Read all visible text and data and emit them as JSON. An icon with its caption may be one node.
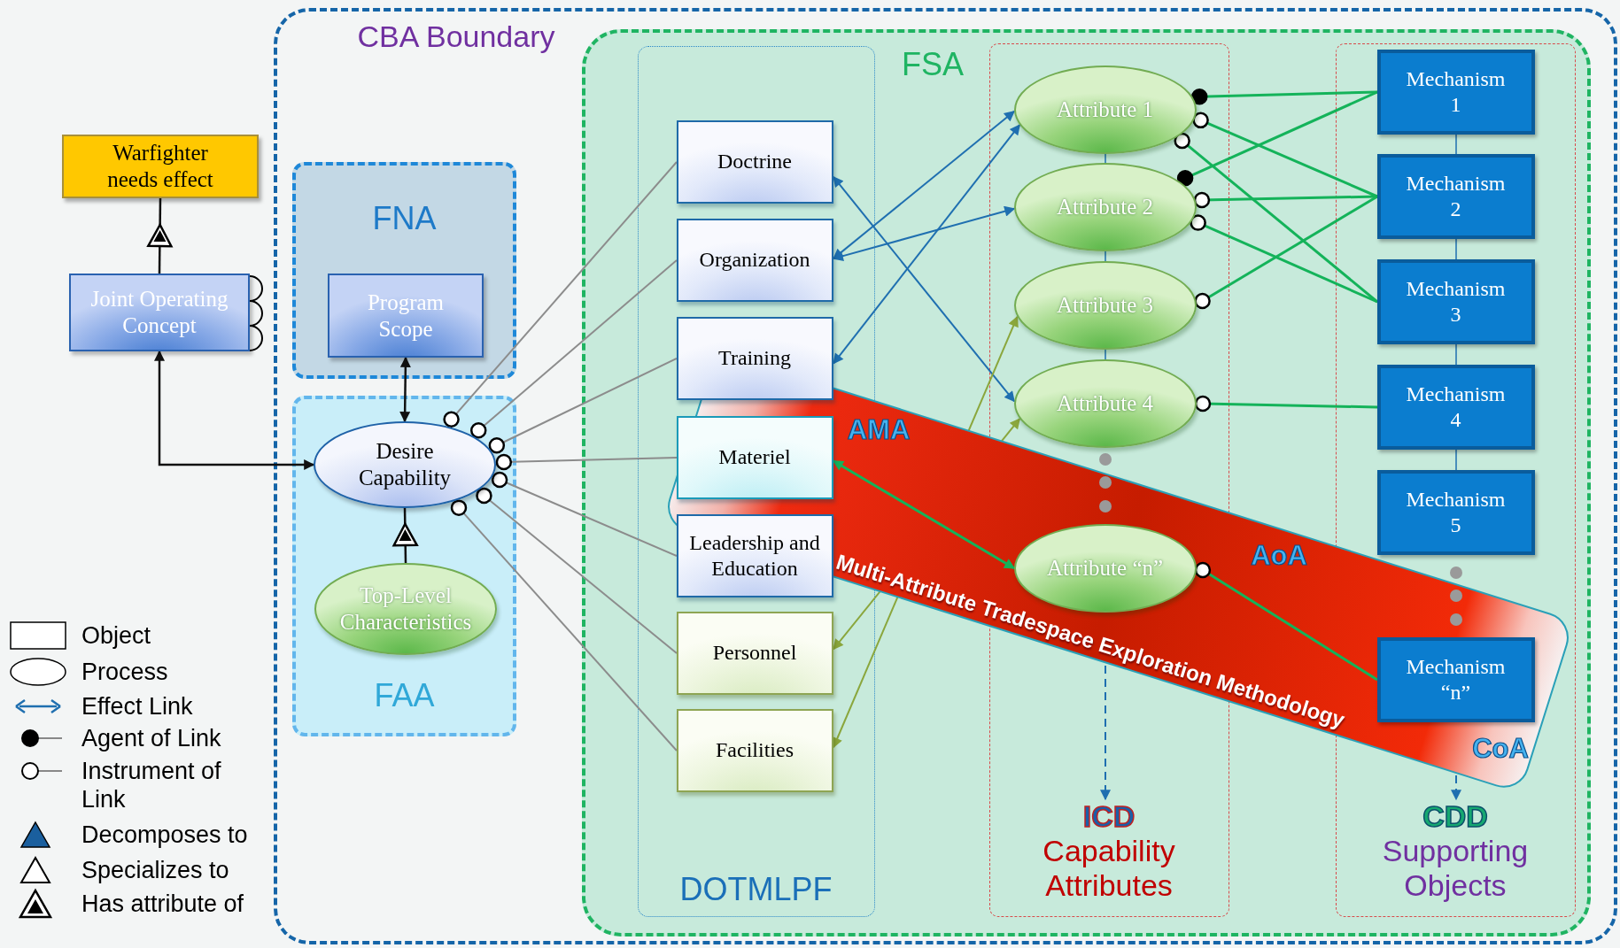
{
  "diagram": {
    "nodes": [
      {
        "text": [
          "Warfighter needs effect"
        ]
      },
      {
        "text": [
          "Joint Operating Concept"
        ]
      },
      {
        "text": [
          "CBA Boundary"
        ]
      },
      {
        "text": [
          "FNA"
        ],
        "in": 2
      },
      {
        "text": [
          "Program Scope"
        ],
        "in": 3
      },
      {
        "text": [
          "FAA"
        ],
        "in": 2
      },
      {
        "text": [
          "Desire Capability"
        ],
        "in": 5
      },
      {
        "text": [
          "Top-Level Characteristics"
        ],
        "in": 5
      },
      {
        "text": [
          "FSA"
        ],
        "in": 2
      },
      {
        "text": [
          "DOTMLPF"
        ],
        "in": 8
      },
      {
        "text": [
          "Doctrine"
        ],
        "in": 9
      },
      {
        "text": [
          "Organization"
        ],
        "in": 9
      },
      {
        "text": [
          "Training"
        ],
        "in": 9
      },
      {
        "text": [
          "Materiel"
        ],
        "in": 9
      },
      {
        "text": [
          "Leadership and Education"
        ],
        "in": 9
      },
      {
        "text": [
          "Personnel"
        ],
        "in": 9
      },
      {
        "text": [
          "Facilities"
        ],
        "in": 9
      },
      {
        "text": [
          "ICD",
          "Capability Attributes"
        ],
        "in": 8
      },
      {
        "text": [
          "Attribute 1"
        ],
        "in": 17
      },
      {
        "text": [
          "Attribute 2"
        ],
        "in": 17
      },
      {
        "text": [
          "Attribute 3"
        ],
        "in": 17
      },
      {
        "text": [
          "Attribute 4"
        ],
        "in": 17
      },
      {
        "text": [
          "Attribute “n”"
        ],
        "in": 17
      },
      {
        "text": [
          "CDD",
          "Supporting Objects"
        ],
        "in": 8
      },
      {
        "text": [
          "Mechanism 1"
        ],
        "in": 23
      },
      {
        "text": [
          "Mechanism 2"
        ],
        "in": 23
      },
      {
        "text": [
          "Mechanism 3"
        ],
        "in": 23
      },
      {
        "text": [
          "Mechanism 4"
        ],
        "in": 23
      },
      {
        "text": [
          "Mechanism 5"
        ],
        "in": 23
      },
      {
        "text": [
          "Mechanism “n”"
        ],
        "in": 23
      }
    ],
    "labels": [
      "AMA",
      "Multi-Attribute Tradespace Exploration Methodology",
      "AoA",
      "CoA"
    ],
    "edges": [
      {
        "from": 1,
        "to": 0,
        "arrow": "to",
        "color": "#111111"
      },
      {
        "from": 1,
        "to": 6,
        "arrow": "both",
        "color": "#111111"
      },
      {
        "from": 4,
        "to": 6,
        "arrow": "both",
        "color": "#111111"
      },
      {
        "from": 7,
        "to": 6,
        "arrow": "to",
        "color": "#111111"
      },
      {
        "from": 6,
        "to": 10,
        "arrow": "other",
        "color": "#8c8c8c"
      },
      {
        "from": 6,
        "to": 11,
        "arrow": "other",
        "color": "#8c8c8c"
      },
      {
        "from": 6,
        "to": 12,
        "arrow": "other",
        "color": "#8c8c8c"
      },
      {
        "from": 6,
        "to": 13,
        "arrow": "other",
        "color": "#8c8c8c"
      },
      {
        "from": 6,
        "to": 14,
        "arrow": "other",
        "color": "#8c8c8c"
      },
      {
        "from": 6,
        "to": 15,
        "arrow": "other",
        "color": "#8c8c8c"
      },
      {
        "from": 6,
        "to": 16,
        "arrow": "other",
        "color": "#8c8c8c"
      },
      {
        "from": 10,
        "to": 21,
        "arrow": "both"
      },
      {
        "from": 11,
        "to": 18,
        "arrow": "both"
      },
      {
        "from": 11,
        "to": 19,
        "arrow": "both"
      },
      {
        "from": 12,
        "to": 18,
        "arrow": "both"
      },
      {
        "from": 13,
        "to": 22,
        "arrow": "both",
        "color": "#14b35a"
      },
      {
        "from": 15,
        "to": 21,
        "arrow": "both",
        "color": "#8aa63c"
      },
      {
        "from": 16,
        "to": 20,
        "arrow": "both",
        "color": "#8aa63c"
      },
      {
        "from": 18,
        "to": 24,
        "arrow": "other",
        "color": "#14b35a"
      },
      {
        "from": 18,
        "to": 25,
        "arrow": "other",
        "color": "#14b35a"
      },
      {
        "from": 18,
        "to": 26,
        "arrow": "other",
        "color": "#14b35a"
      },
      {
        "from": 19,
        "to": 24,
        "arrow": "other",
        "color": "#14b35a"
      },
      {
        "from": 19,
        "to": 25,
        "arrow": "other",
        "color": "#14b35a"
      },
      {
        "from": 19,
        "to": 26,
        "arrow": "other",
        "color": "#14b35a"
      },
      {
        "from": 20,
        "to": 25,
        "arrow": "other",
        "color": "#14b35a"
      },
      {
        "from": 21,
        "to": 27,
        "arrow": "other",
        "color": "#14b35a"
      },
      {
        "from": 22,
        "to": 29,
        "arrow": "other",
        "color": "#14b35a"
      },
      {
        "from": 22,
        "to": null,
        "arrow": "to",
        "style": "dashed"
      },
      {
        "from": 29,
        "to": null,
        "arrow": "to",
        "style": "dashed"
      },
      {
        "from": 18,
        "to": 19,
        "arrow": "none"
      },
      {
        "from": 19,
        "to": 20,
        "arrow": "none"
      },
      {
        "from": 20,
        "to": 21,
        "arrow": "none"
      },
      {
        "from": 24,
        "to": 25,
        "arrow": "none"
      },
      {
        "from": 25,
        "to": 26,
        "arrow": "none"
      },
      {
        "from": 26,
        "to": 27,
        "arrow": "none"
      },
      {
        "from": 27,
        "to": 28,
        "arrow": "none"
      }
    ],
    "legend": [
      {
        "text": "Object"
      },
      {
        "text": "Process"
      },
      {
        "text": "Effect Link"
      },
      {
        "text": "Agent of Link"
      },
      {
        "text": "Instrument of Link"
      },
      {
        "text": "Decomposes to"
      },
      {
        "text": "Specializes to"
      },
      {
        "text": "Has attribute of"
      }
    ]
  }
}
